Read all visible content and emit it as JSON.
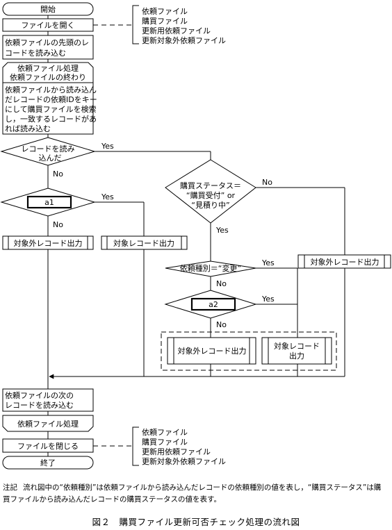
{
  "flowchart": {
    "start": "開始",
    "open_file": "ファイルを開く",
    "open_files": [
      "依頼ファイル",
      "購買ファイル",
      "更新用依頼ファイル",
      "更新対象外依頼ファイル"
    ],
    "read_first": [
      "依頼ファイルの先頭のレ",
      "コードを読み込む"
    ],
    "loop_start": [
      "依頼ファイル処理",
      "依頼ファイルの終わり"
    ],
    "search_purchase": [
      "依頼ファイルから読み込ん",
      "だレコードの依頼IDをキー",
      "にして購買ファイルを検索",
      "し，一致するレコードがあ",
      "れば読み込む"
    ],
    "decision_read": [
      "レコードを読み",
      "込んだ"
    ],
    "decision_a1": "a1",
    "out_excluded_1": "対象外レコード出力",
    "out_target_1": "対象レコード出力",
    "decision_status": [
      "購買ステータス＝",
      "“購買受付” or",
      "“見積り中”"
    ],
    "out_excluded_2": "対象外レコード出力",
    "decision_kind": "依頼種別＝“変更”",
    "decision_a2": "a2",
    "out_excluded_3": "対象外レコード出力",
    "out_target_2": [
      "対象レコード",
      "出力"
    ],
    "read_next": [
      "依頼ファイルの次の",
      "レコードを読み込む"
    ],
    "loop_end": "依頼ファイル処理",
    "close_file": "ファイルを閉じる",
    "close_files": [
      "依頼ファイル",
      "購買ファイル",
      "更新用依頼ファイル",
      "更新対象外依頼ファイル"
    ],
    "end": "終了",
    "label_yes": "Yes",
    "label_no": "No"
  },
  "note": {
    "head": "注記",
    "text": "流れ図中の“依頼種別”は依頼ファイルから読み込んだレコードの依頼種別の値を表し，“購買ステータス”は購買ファイルから読み込んだレコードの購買ステータスの値を表す。"
  },
  "caption": "図２　購買ファイル更新可否チェック処理の流れ図"
}
